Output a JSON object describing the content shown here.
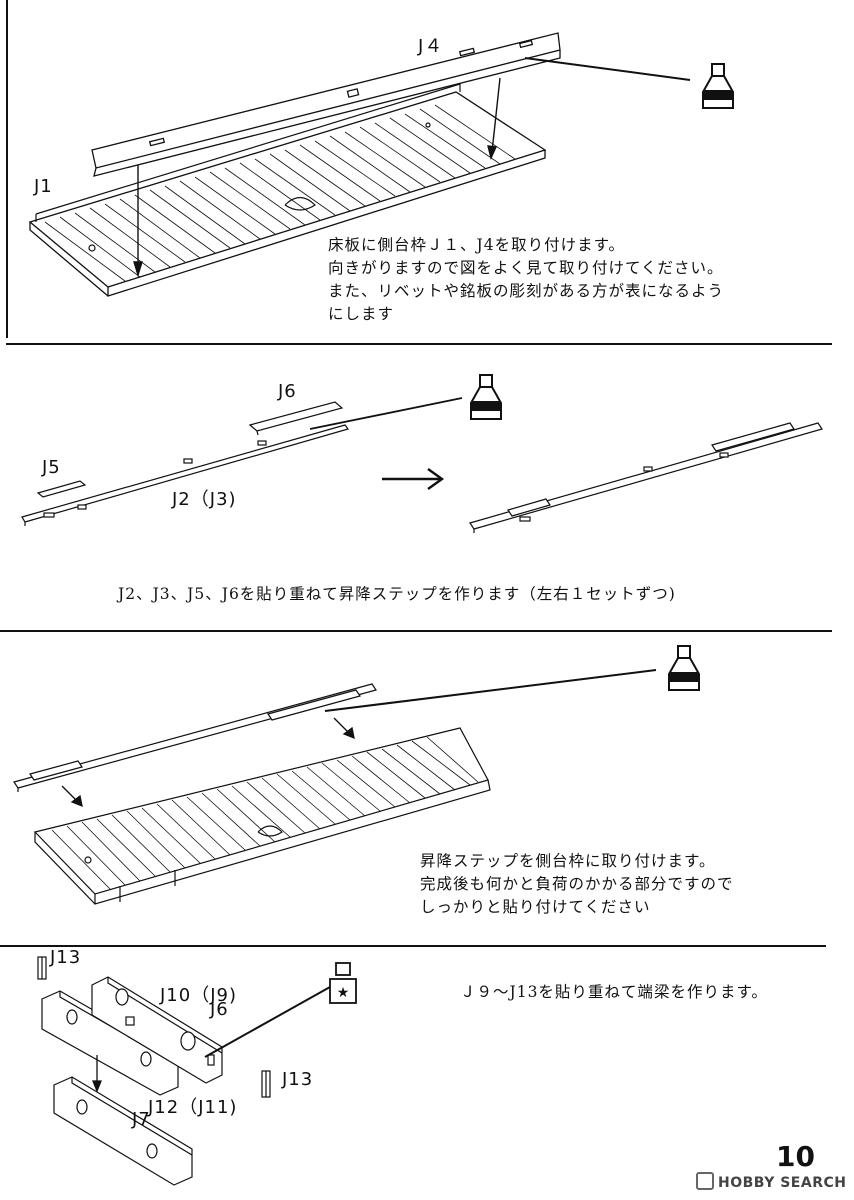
{
  "sections": [
    {
      "labels": {
        "j4": "J４",
        "j1": "J1"
      },
      "instruction": [
        "床板に側台枠Ｊ１、J4を取り付けます。",
        "向きがりますので図をよく見て取り付けてください。",
        "また、リベットや銘板の彫刻がある方が表になるよう",
        "にします"
      ],
      "icon": "glue-bottle-icon"
    },
    {
      "labels": {
        "j6": "J6",
        "j5": "J5",
        "j2": "J2（J3)"
      },
      "instruction": [
        "J2、J3、J5、J6を貼り重ねて昇降ステップを作ります（左右１セットずつ)"
      ],
      "icon": "glue-bottle-icon"
    },
    {
      "labels": {},
      "instruction": [
        "昇降ステップを側台枠に取り付けます。",
        "完成後も何かと負荷のかかる部分ですので",
        "しっかりと貼り付けてください"
      ],
      "icon": "glue-bottle-icon"
    },
    {
      "labels": {
        "j13a": "J13",
        "j10": "J10（J9)",
        "j6": "J6",
        "j13b": "J13",
        "j12": "J12（J11)",
        "j7": "J7"
      },
      "instruction": [
        "Ｊ９～J13を貼り重ねて端梁を作ります。"
      ],
      "icon": "superglue-star-icon"
    }
  ],
  "page_number": "10",
  "watermark": "HOBBY SEARCH"
}
